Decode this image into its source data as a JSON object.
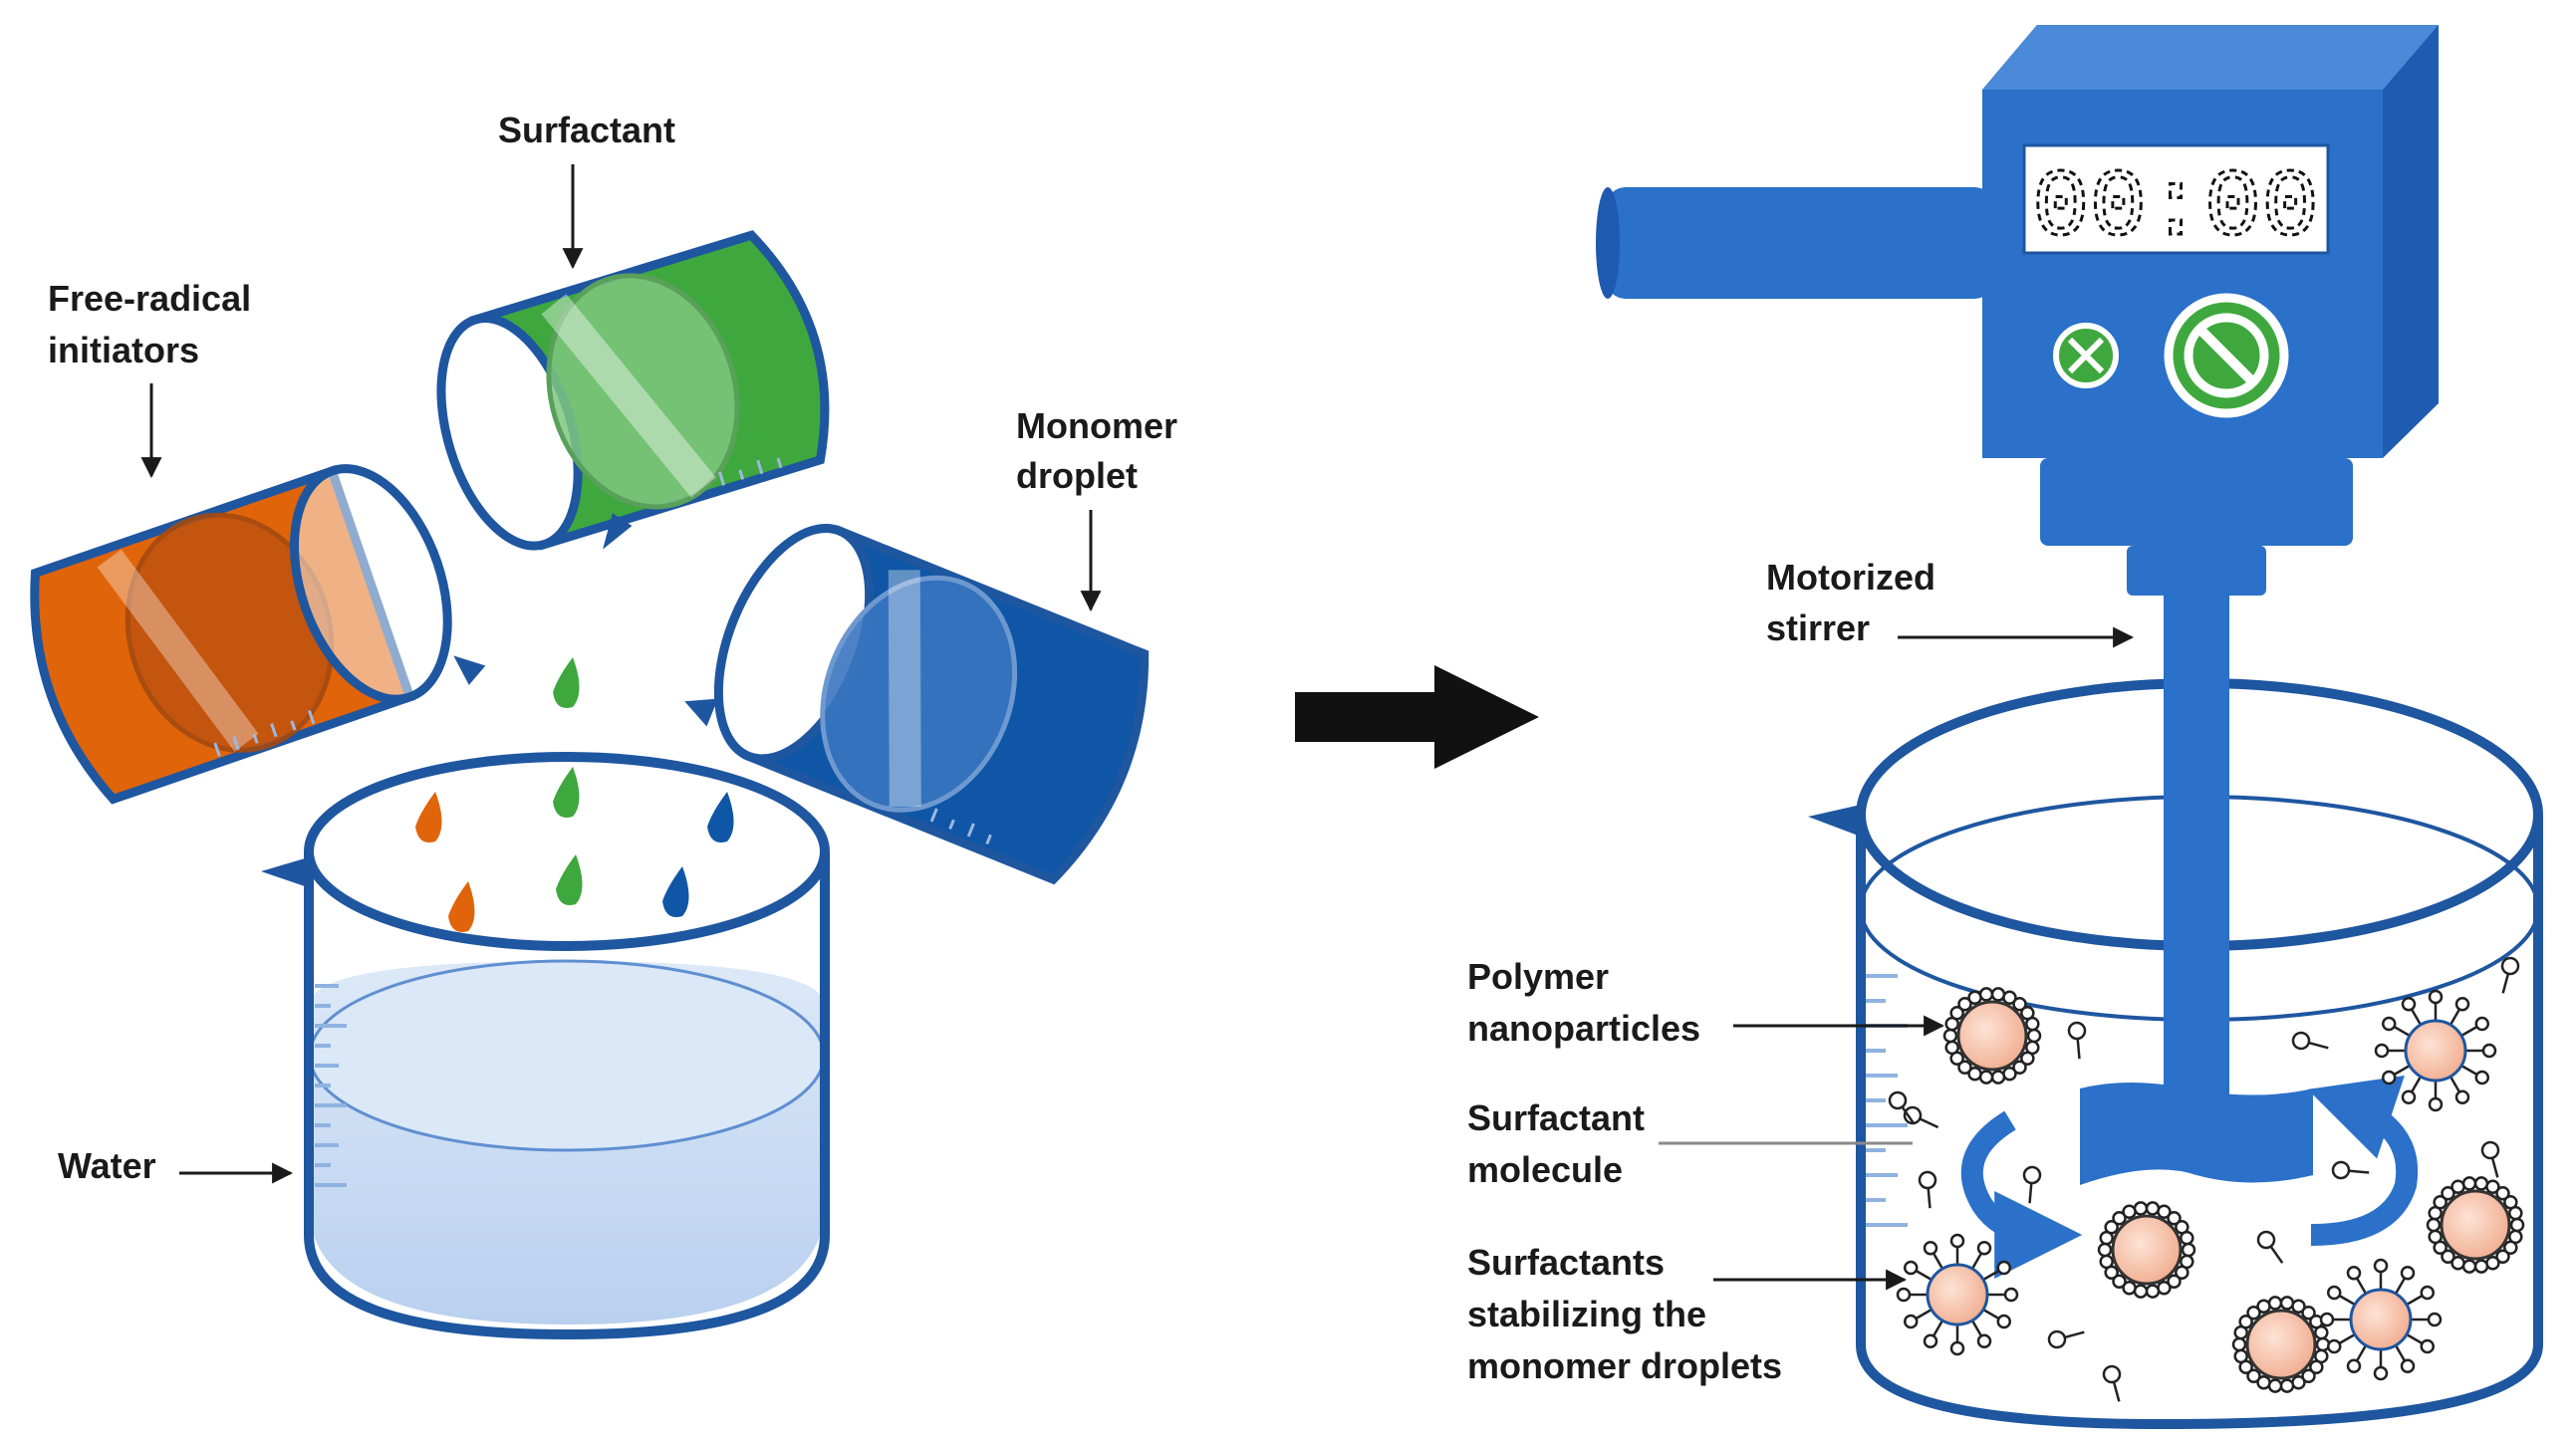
{
  "labels": {
    "surfactant": "Surfactant",
    "free_radical_line1": "Free-radical",
    "free_radical_line2": "initiators",
    "monomer_line1": "Monomer",
    "monomer_line2": "droplet",
    "water": "Water",
    "motorized_line1": "Motorized",
    "motorized_line2": "stirrer",
    "polymer_line1": "Polymer",
    "polymer_line2": "nanoparticles",
    "surf_molecule_line1": "Surfactant",
    "surf_molecule_line2": "molecule",
    "stabilizing_line1": "Surfactants",
    "stabilizing_line2": "stabilizing the",
    "stabilizing_line3": "monomer droplets"
  },
  "stirrer_display": "00:00",
  "colors": {
    "orange": "#e0640a",
    "green": "#3ea83e",
    "blue": "#0f56a6",
    "stirrer": "#2b70c9",
    "water": "#c9dcf5",
    "beaker_outline": "#1e56a0",
    "particle": "#f6c2a8"
  },
  "icons": [
    "close-icon",
    "stop-icon",
    "right-arrow-icon"
  ]
}
